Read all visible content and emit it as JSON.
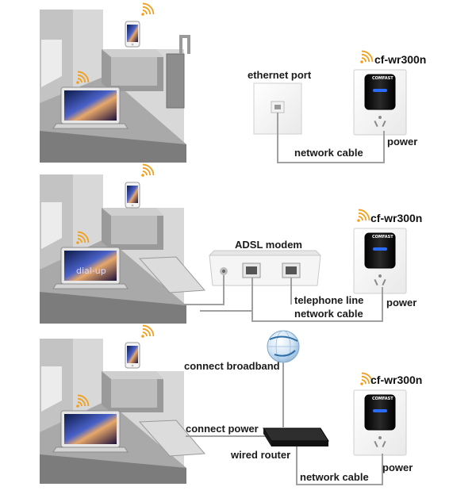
{
  "panels": [
    {
      "labels": {
        "device": "ethernet port",
        "model": "cf-wr300n",
        "cable": "network cable",
        "power": "power"
      }
    },
    {
      "labels": {
        "device": "ADSL modem",
        "model": "cf-wr300n",
        "laptop_screen": "dial-up",
        "telephone": "telephone line",
        "cable": "network cable",
        "power": "power"
      }
    },
    {
      "labels": {
        "broadband": "connect broadband",
        "connect_power": "connect power",
        "router": "wired router",
        "model": "cf-wr300n",
        "cable": "network cable",
        "power": "power"
      }
    }
  ],
  "extender_brand": "COMFAST",
  "colors": {
    "room_wall": "#d8d8d8",
    "room_dark": "#7c7c7c",
    "room_mid": "#a9a9a9",
    "cable": "#a0a0a0",
    "wifi": "#f0a020",
    "extender_body": "#141414",
    "led": "#2b6cff"
  },
  "icons": [
    "wifi-icon",
    "smartphone-icon",
    "laptop-icon",
    "suitcase-icon",
    "keyboard-icon",
    "globe-icon",
    "wall-socket-icon"
  ]
}
